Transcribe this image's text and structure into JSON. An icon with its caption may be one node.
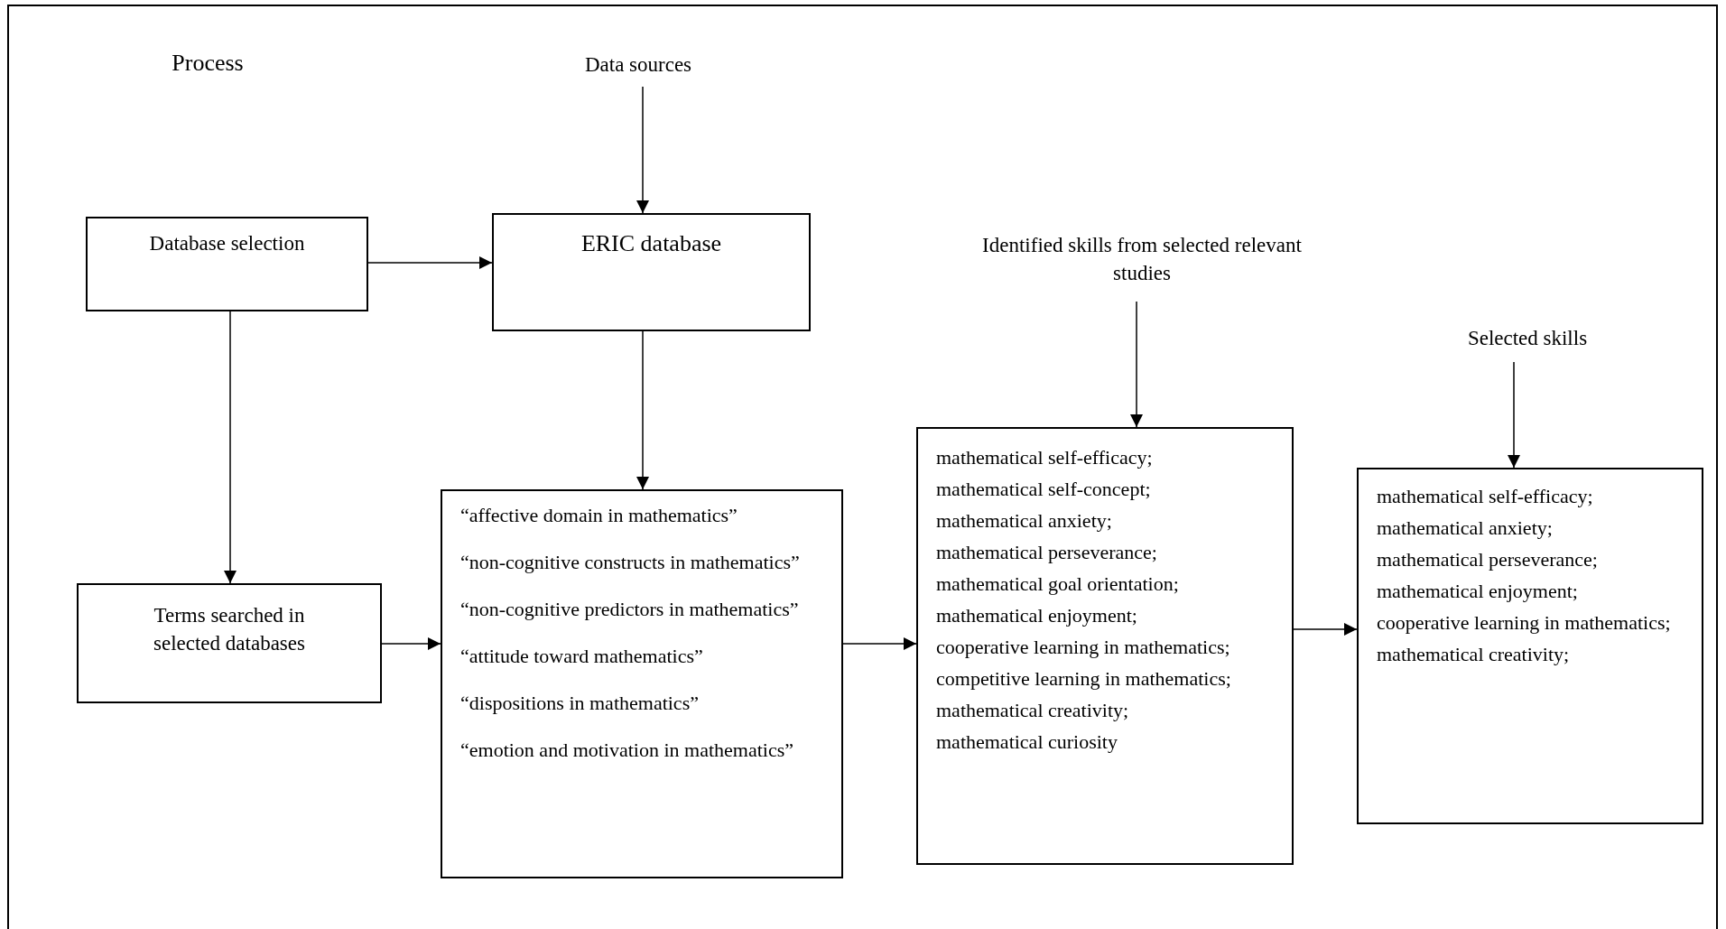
{
  "diagram": {
    "nodes": [
      {
        "text": [
          "Data sources"
        ]
      },
      {
        "text": [
          "Database selection"
        ]
      },
      {
        "text": [
          "ERIC database"
        ]
      },
      {
        "text": [
          "Terms searched in selected databases"
        ]
      },
      {
        "text": [
          "“affective domain in mathematics”",
          "“non-cognitive constructs in mathematics”",
          "“non-cognitive predictors in mathematics”",
          "“attitude toward mathematics”",
          "“dispositions in mathematics”",
          "“emotion and motivation in mathematics”"
        ]
      },
      {
        "text": [
          "Identified skills from selected relevant studies"
        ]
      },
      {
        "text": [
          "mathematical self-efficacy;",
          "mathematical self-concept;",
          "mathematical anxiety;",
          "mathematical perseverance;",
          "mathematical goal orientation;",
          "mathematical enjoyment;",
          "cooperative learning in mathematics;",
          "competitive learning in mathematics;",
          "mathematical creativity;",
          "mathematical curiosity"
        ]
      },
      {
        "text": [
          "Selected skills"
        ]
      },
      {
        "text": [
          "mathematical self-efficacy;",
          "mathematical anxiety;",
          "mathematical perseverance;",
          "mathematical enjoyment;",
          "cooperative learning in mathematics;",
          "mathematical creativity;"
        ]
      }
    ],
    "edges": [
      {
        "from": 0,
        "to": 2,
        "arrow": "to"
      },
      {
        "from": 1,
        "to": 2,
        "arrow": "to"
      },
      {
        "from": 1,
        "to": 3,
        "arrow": "to"
      },
      {
        "from": 2,
        "to": 4,
        "arrow": "to"
      },
      {
        "from": 3,
        "to": 4,
        "arrow": "to"
      },
      {
        "from": 4,
        "to": 6,
        "arrow": "to"
      },
      {
        "from": 5,
        "to": 6,
        "arrow": "to"
      },
      {
        "from": 6,
        "to": 8,
        "arrow": "to"
      },
      {
        "from": 7,
        "to": 8,
        "arrow": "to"
      }
    ],
    "labels": [
      "Process"
    ]
  }
}
